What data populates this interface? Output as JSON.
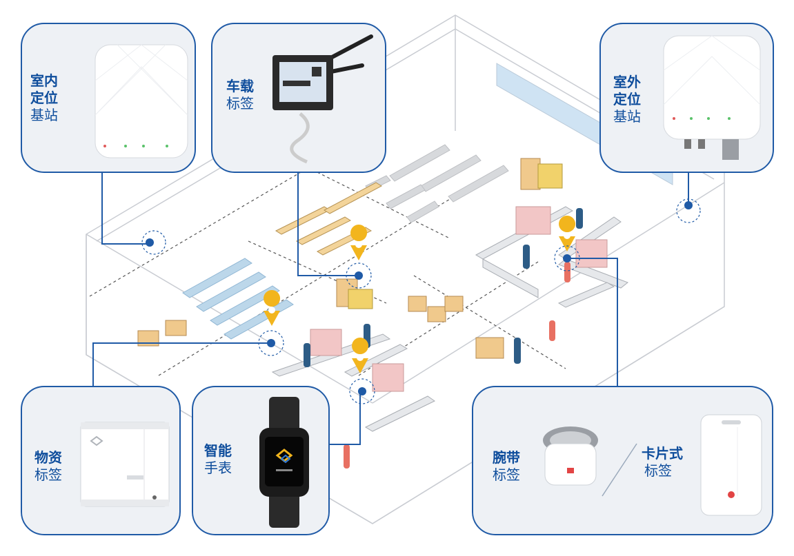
{
  "colors": {
    "connector": "#1f5aa6",
    "card_bg": "#eef1f5",
    "label": "#0e4d9c",
    "pin": "#f2b51d",
    "worker": "#2d5c86",
    "worker_alt": "#e87062",
    "rack_blue": "#bcd7ea",
    "floor": "#ffffff"
  },
  "cards": {
    "indoor_station": {
      "line1": "室内",
      "line2": "定位",
      "line3": "基站",
      "icon": "indoor-base-station-device"
    },
    "vehicle_tag": {
      "line1": "车载",
      "line2": "标签",
      "icon": "vehicle-gateway-device"
    },
    "outdoor_station": {
      "line1": "室外",
      "line2": "定位",
      "line3": "基站",
      "icon": "outdoor-base-station-device"
    },
    "asset_tag": {
      "line1": "物资",
      "line2": "标签",
      "icon": "asset-tag-device"
    },
    "smart_watch": {
      "line1": "智能",
      "line2": "手表",
      "icon": "smart-watch-device"
    },
    "wristband_tag": {
      "line1": "腕带",
      "line2": "标签",
      "icon": "wristband-device"
    },
    "card_tag": {
      "line1": "卡片式",
      "line2": "标签",
      "icon": "card-tag-device"
    }
  },
  "scene": {
    "description_icon": "warehouse-isometric-floor-plan",
    "pins": [
      "location-pin-icon",
      "location-pin-icon",
      "location-pin-icon",
      "location-pin-icon"
    ]
  }
}
